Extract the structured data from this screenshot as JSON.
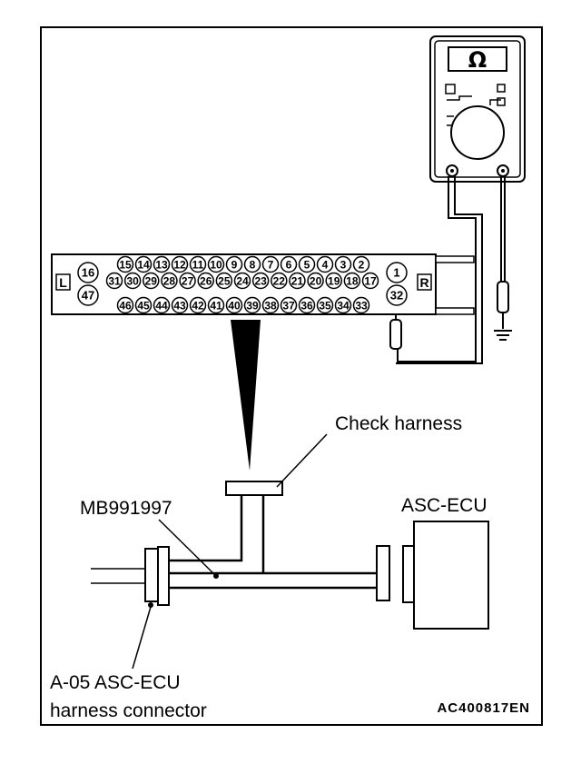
{
  "labels": {
    "check_harness": "Check harness",
    "mb_number": "MB991997",
    "asc_ecu": "ASC-ECU",
    "connector_line1": "A-05 ASC-ECU",
    "connector_line2": "harness connector",
    "figure_code": "AC400817EN"
  },
  "meter": {
    "symbol": "Ω"
  },
  "connector": {
    "side_left": "L",
    "side_right": "R",
    "left_pins": [
      "16",
      "47"
    ],
    "right_pins": [
      "1",
      "32"
    ],
    "row1": [
      "15",
      "14",
      "13",
      "12",
      "11",
      "10",
      "9",
      "8",
      "7",
      "6",
      "5",
      "4",
      "3",
      "2"
    ],
    "row2": [
      "31",
      "30",
      "29",
      "28",
      "27",
      "26",
      "25",
      "24",
      "23",
      "22",
      "21",
      "20",
      "19",
      "18",
      "17"
    ],
    "row3": [
      "46",
      "45",
      "44",
      "43",
      "42",
      "41",
      "40",
      "39",
      "38",
      "37",
      "36",
      "35",
      "34",
      "33"
    ]
  }
}
